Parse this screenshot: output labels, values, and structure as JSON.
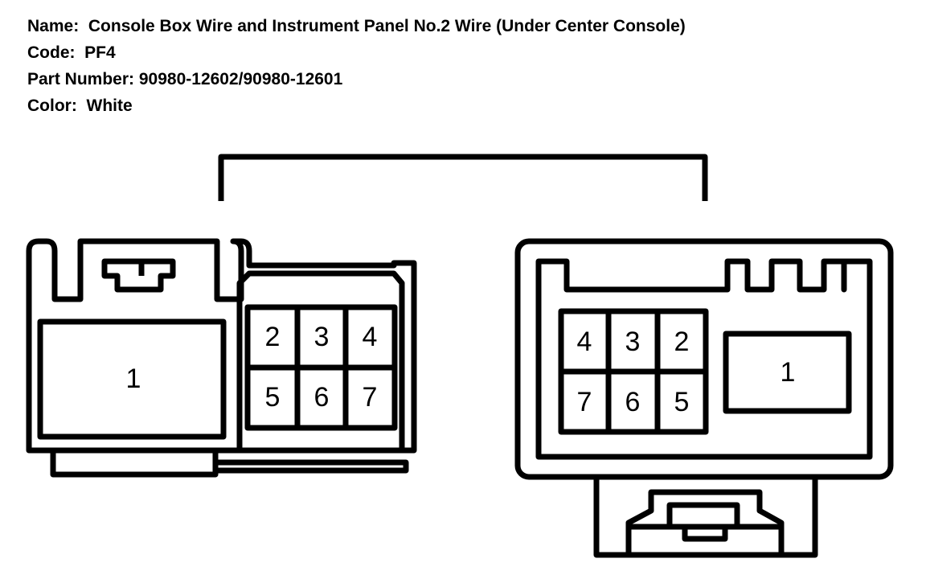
{
  "header": {
    "name_label": "Name:",
    "name_value": "Console Box Wire and Instrument Panel No.2 Wire (Under Center Console)",
    "code_label": "Code:",
    "code_value": "PF4",
    "part_label": "Part Number:",
    "part_value": "90980-12602/90980-12601",
    "color_label": "Color:",
    "color_value": "White"
  },
  "left_connector": {
    "large_pin": "1",
    "grid_pins": [
      "2",
      "3",
      "4",
      "5",
      "6",
      "7"
    ]
  },
  "right_connector": {
    "large_pin": "1",
    "grid_pins": [
      "4",
      "3",
      "2",
      "7",
      "6",
      "5"
    ]
  },
  "colors": {
    "stroke": "#000000",
    "background": "#ffffff"
  }
}
